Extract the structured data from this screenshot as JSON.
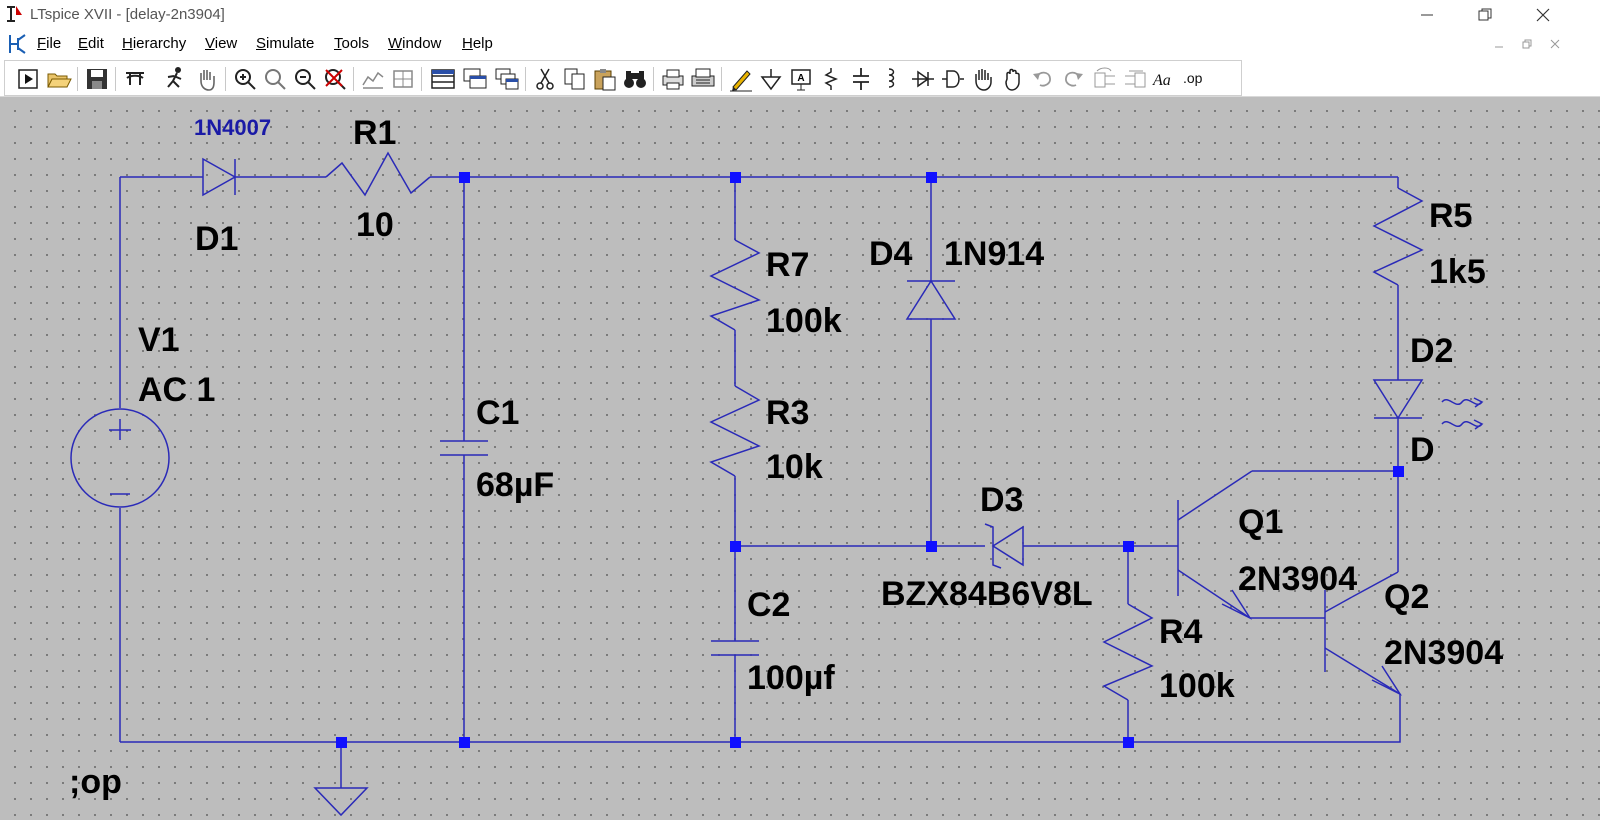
{
  "window": {
    "title": "LTspice XVII - [delay-2n3904]"
  },
  "menu": {
    "items": [
      {
        "accel": "F",
        "rest": "ile"
      },
      {
        "accel": "E",
        "rest": "dit"
      },
      {
        "accel": "H",
        "rest": "ierarchy"
      },
      {
        "accel": "V",
        "rest": "iew"
      },
      {
        "accel": "S",
        "rest": "imulate"
      },
      {
        "accel": "T",
        "rest": "ools"
      },
      {
        "accel": "W",
        "rest": "indow"
      },
      {
        "accel": "H",
        "rest": "elp"
      }
    ]
  },
  "toolbar": {
    "icons": [
      "run-icon",
      "open-icon",
      "save-icon",
      "control-panel-icon",
      "pick-visible-traces-icon",
      "pan-icon",
      "zoom-in-icon",
      "zoom-rect-icon",
      "zoom-out-icon",
      "zoom-cancel-icon",
      "autorange-icon",
      "tile-icon",
      "new-schematic-icon",
      "new-symbol-icon",
      "cascade-icon",
      "cut-icon",
      "copy-icon",
      "paste-icon",
      "find-icon",
      "print-setup-icon",
      "print-icon",
      "draw-wire-icon",
      "ground-icon",
      "label-net-icon",
      "resistor-icon",
      "capacitor-icon",
      "inductor-icon",
      "diode-icon",
      "component-icon",
      "move-icon",
      "drag-icon",
      "undo-icon",
      "redo-icon",
      "rotate-icon",
      "mirror-icon",
      "text-icon",
      "spice-directive-icon"
    ],
    "text_label": "Aa",
    "directive_label": ".op"
  },
  "schematic": {
    "components": [
      {
        "ref": "V1",
        "value": "AC 1"
      },
      {
        "ref": "D1",
        "value": "1N4007"
      },
      {
        "ref": "R1",
        "value": "10"
      },
      {
        "ref": "C1",
        "value": "68µF"
      },
      {
        "ref": "R7",
        "value": "100k"
      },
      {
        "ref": "R3",
        "value": "10k"
      },
      {
        "ref": "C2",
        "value": "100µf"
      },
      {
        "ref": "D4",
        "value": "1N914"
      },
      {
        "ref": "D3",
        "value": "BZX84B6V8L"
      },
      {
        "ref": "R4",
        "value": "100k"
      },
      {
        "ref": "Q1",
        "value": "2N3904"
      },
      {
        "ref": "Q2",
        "value": "2N3904"
      },
      {
        "ref": "R5",
        "value": "1k5"
      },
      {
        "ref": "D2",
        "value": "D"
      }
    ],
    "directive": ";op",
    "colors": {
      "wire": "#2a2ab8",
      "node": "#1010ff",
      "background": "#bdbdbd",
      "value_blue": "#1a1aa6"
    }
  }
}
